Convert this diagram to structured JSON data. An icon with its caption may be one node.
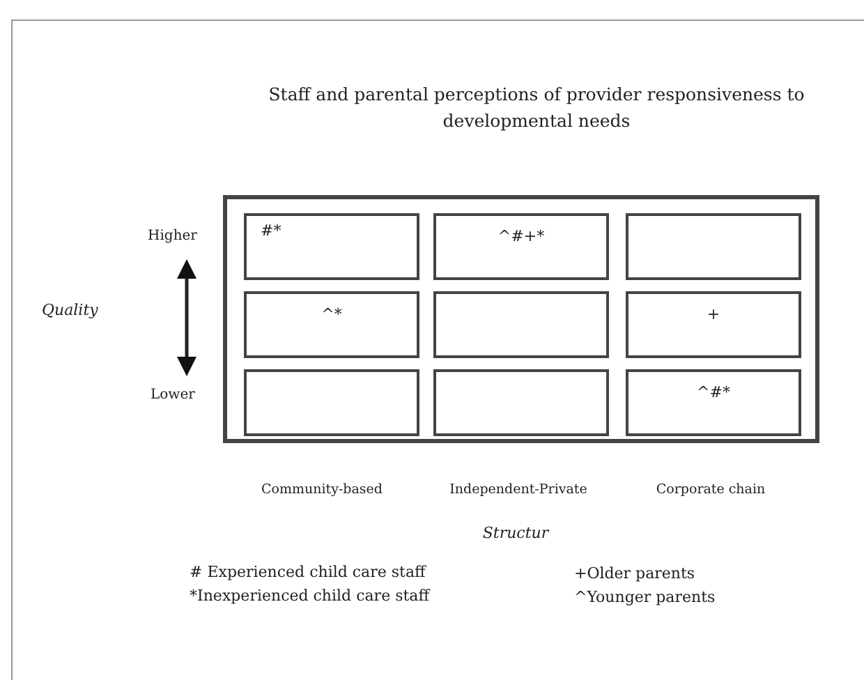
{
  "diagram": {
    "title": "Staff and parental perceptions of provider responsiveness to developmental needs",
    "nodes": [
      {
        "text": [],
        "shape": "box"
      },
      {
        "text": [
          "#*"
        ],
        "in": 0
      },
      {
        "text": [
          "^#+*"
        ],
        "in": 0
      },
      {
        "text": [],
        "shape": "box",
        "in": 0
      },
      {
        "text": [
          "^*"
        ],
        "in": 0
      },
      {
        "text": [],
        "shape": "box",
        "in": 0
      },
      {
        "text": [
          "+"
        ],
        "in": 0
      },
      {
        "text": [],
        "shape": "box",
        "in": 0
      },
      {
        "text": [],
        "shape": "box",
        "in": 0
      },
      {
        "text": [
          "^#*"
        ],
        "in": 0
      }
    ],
    "edges": [],
    "labels": [
      "Higher",
      "Quality",
      "Lower",
      "Community-based",
      "Independent-Private",
      "Corporate chain",
      "Structur",
      "# Experienced child care staff",
      "+Older parents",
      "*Inexperienced child care staff",
      "^Younger parents"
    ]
  }
}
